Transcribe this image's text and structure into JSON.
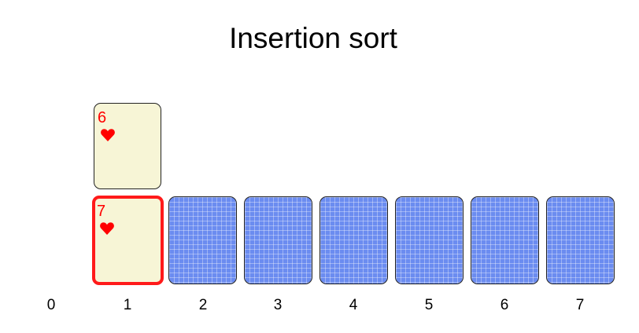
{
  "title": "Insertion sort",
  "colors": {
    "card_face": "#f7f5d6",
    "card_back": "#6b8cf0",
    "highlight": "#ff1a1a",
    "suit_red": "#ff0000"
  },
  "held_card": {
    "rank": "6",
    "suit": "heart-icon"
  },
  "slots": [
    {
      "index": "0",
      "card": null
    },
    {
      "index": "1",
      "card": {
        "face_up": true,
        "rank": "7",
        "suit": "heart-icon",
        "selected": true
      }
    },
    {
      "index": "2",
      "card": {
        "face_up": false
      }
    },
    {
      "index": "3",
      "card": {
        "face_up": false
      }
    },
    {
      "index": "4",
      "card": {
        "face_up": false
      }
    },
    {
      "index": "5",
      "card": {
        "face_up": false
      }
    },
    {
      "index": "6",
      "card": {
        "face_up": false
      }
    },
    {
      "index": "7",
      "card": {
        "face_up": false
      }
    }
  ]
}
